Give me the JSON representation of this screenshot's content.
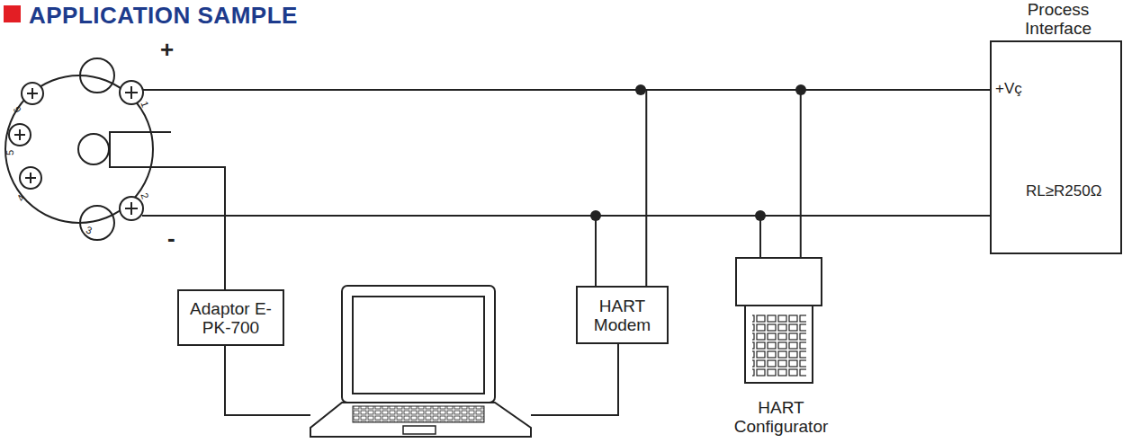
{
  "diagram": {
    "title": "APPLICATION SAMPLE",
    "nodes": [
      {
        "text": [
          "Adaptor E-PK-700"
        ]
      },
      {
        "text": [
          "HART Modem"
        ]
      },
      {
        "text": [
          "HART Configurator"
        ]
      },
      {
        "text": [
          "Process Interface"
        ]
      }
    ],
    "edges": [
      {
        "from": 1,
        "to": 3,
        "arrow": "none"
      },
      {
        "from": 2,
        "to": 3,
        "arrow": "none"
      }
    ],
    "labels": [
      "+",
      "-",
      "1",
      "2",
      "3",
      "4",
      "5",
      "6",
      "+Vç",
      "RL≥R250Ω"
    ]
  }
}
